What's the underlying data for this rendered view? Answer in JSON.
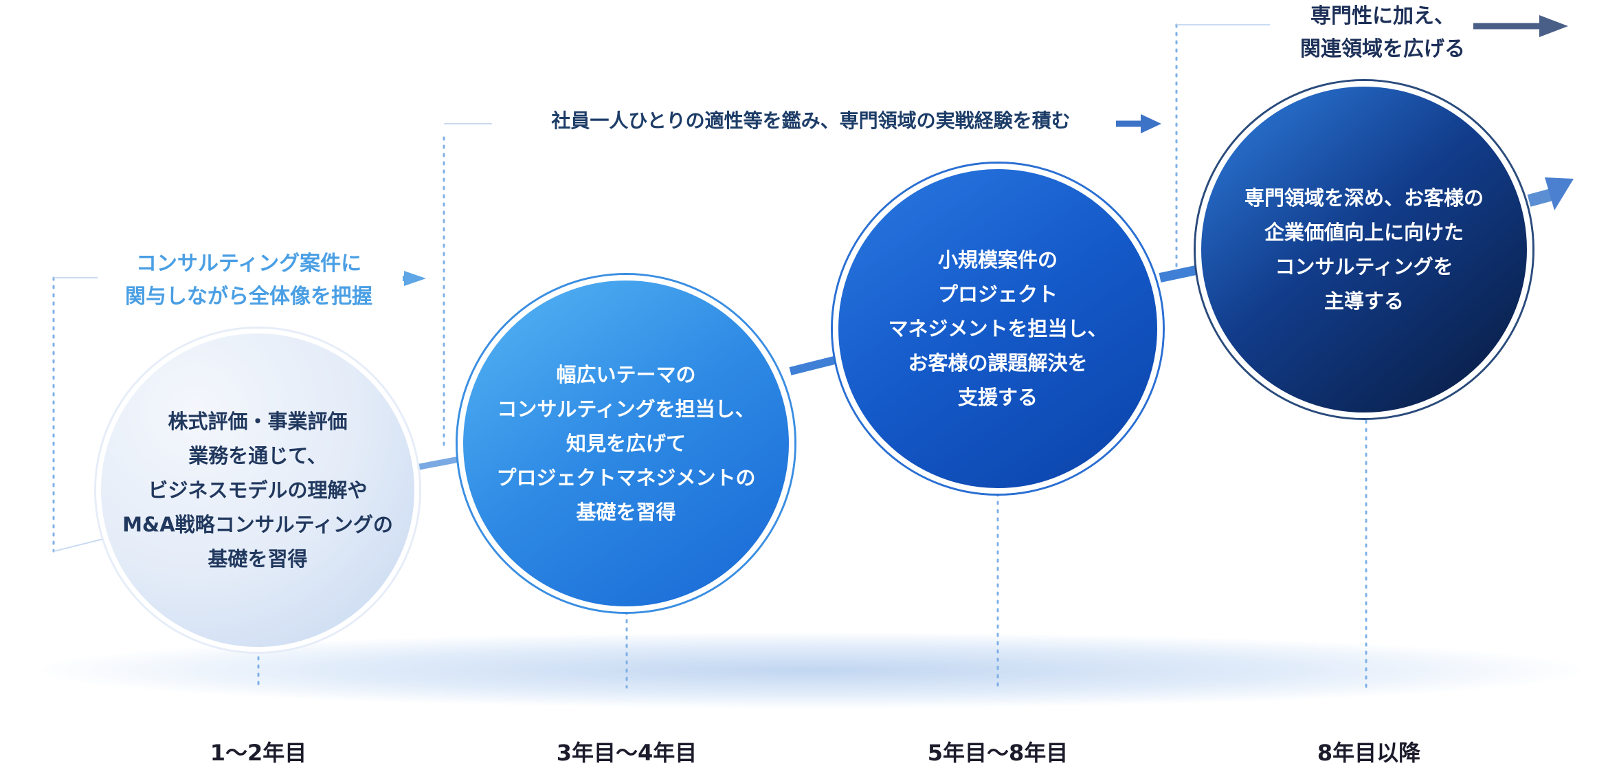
{
  "phases": [
    {
      "text": "コンサルティング案件に\n関与しながら全体像を把握",
      "color": "#4a9fe4"
    },
    {
      "text": "社員一人ひとりの適性等を鑑み、専門領域の実戦経験を積む",
      "color": "#1d3d68"
    },
    {
      "text": "専門性に加え、\n関連領域を広げる",
      "color": "#1d3058"
    }
  ],
  "steps": [
    {
      "text": "株式評価・事業評価\n業務を通じて、\nビジネスモデルの理解や\nM&A戦略コンサルティングの\n基礎を習得",
      "stage": "1〜2年目"
    },
    {
      "text": "幅広いテーマの\nコンサルティングを担当し、\n知見を広げて\nプロジェクトマネジメントの\n基礎を習得",
      "stage": "3年目〜4年目"
    },
    {
      "text": "小規模案件の\nプロジェクト\nマネジメントを担当し、\nお客様の課題解決を\n支援する",
      "stage": "5年目〜8年目"
    },
    {
      "text": "専門領域を深め、お客様の\n企業価値向上に向けた\nコンサルティングを\n主導する",
      "stage": "8年目以降"
    }
  ],
  "colors": {
    "accent_light": "#4a9fe4",
    "accent_mid": "#1e6fd8",
    "accent_dark": "#0b2a5c",
    "dotted": "#7fb0e6",
    "stage_text": "#1b1b2b"
  }
}
